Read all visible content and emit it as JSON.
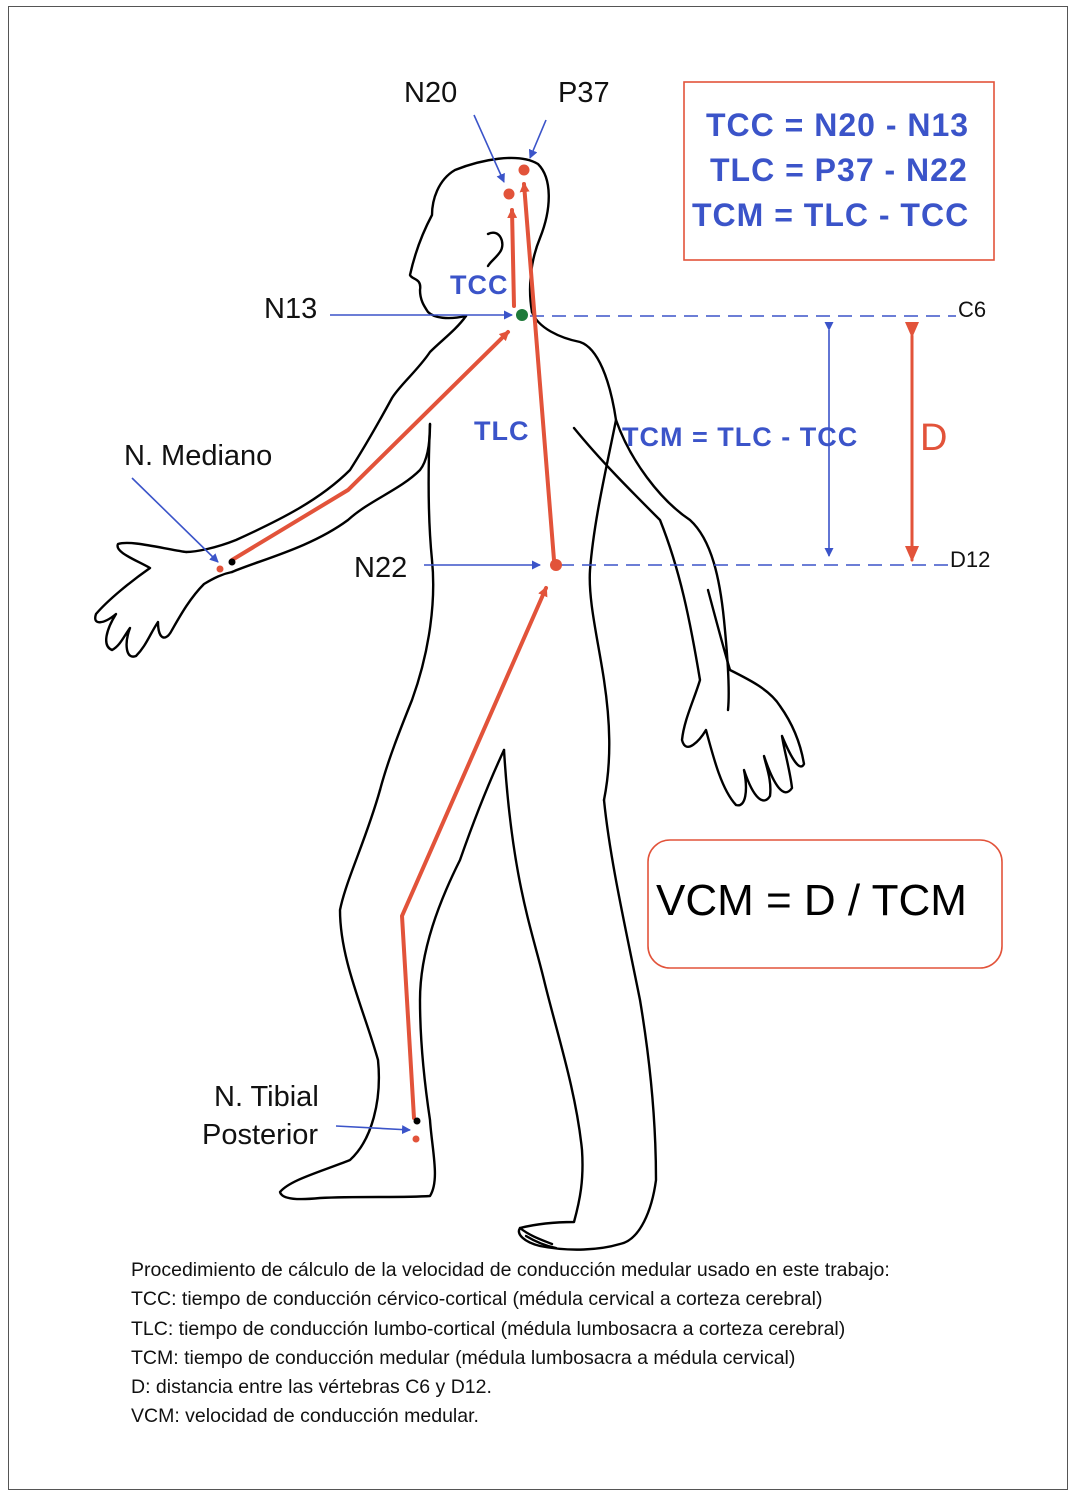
{
  "labels": {
    "n20": "N20",
    "p37": "P37",
    "n13": "N13",
    "n22": "N22",
    "n_mediano": "N. Mediano",
    "n_tibial_1": "N. Tibial",
    "n_tibial_2": "Posterior",
    "c6": "C6",
    "d12": "D12",
    "d": "D"
  },
  "segment_labels": {
    "tcc": "TCC",
    "tlc": "TLC",
    "tcm_eq": "TCM = TLC - TCC"
  },
  "formula_box": {
    "line1": "TCC = N20 - N13",
    "line2": "TLC = P37 - N22",
    "line3": "TCM = TLC - TCC"
  },
  "vcm_box": {
    "text": "VCM = D / TCM"
  },
  "caption": {
    "title": "Procedimiento de cálculo de la velocidad de conducción medular usado en este trabajo:",
    "tcc": "TCC: tiempo de conducción cérvico-cortical (médula cervical a corteza cerebral)",
    "tlc": "TLC: tiempo de conducción lumbo-cortical (médula lumbosacra a corteza cerebral)",
    "tcm": "TCM: tiempo de conducción medular (médula lumbosacra a médula cervical)",
    "d": "D: distancia entre las vértebras C6 y D12.",
    "vcm": "VCM: velocidad de conducción medular."
  },
  "colors": {
    "red": "#e2533a",
    "blue": "#3b54c9",
    "green": "#1f7a3a",
    "outline": "#000000"
  }
}
